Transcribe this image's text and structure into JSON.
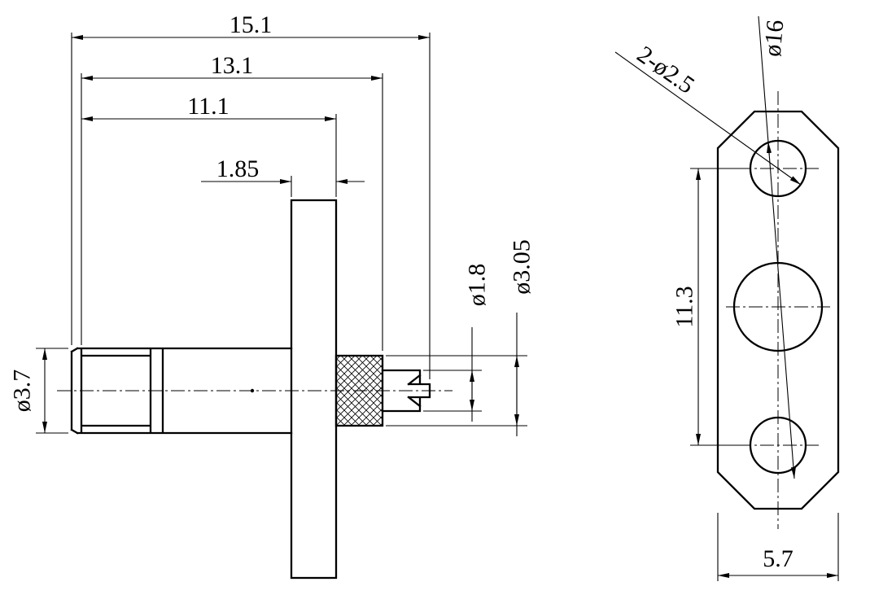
{
  "side_view": {
    "dims": {
      "overall_length": "15.1",
      "body_length": "13.1",
      "front_length": "11.1",
      "flange_thickness": "1.85",
      "body_diameter": "ø3.7",
      "socket_diameter": "ø1.8",
      "insulator_diameter": "ø3.05"
    }
  },
  "front_view": {
    "dims": {
      "mounting_holes": "2-ø2.5",
      "corner_diameter": "ø16",
      "hole_spacing": "11.3",
      "flange_width": "5.7"
    }
  }
}
